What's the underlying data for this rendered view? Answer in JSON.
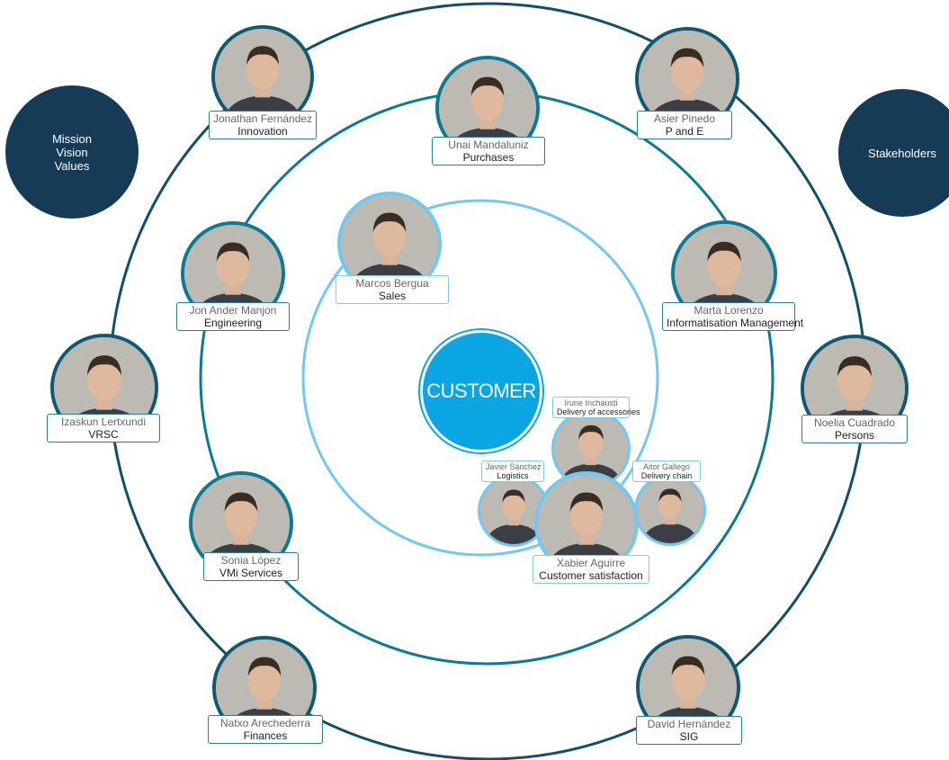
{
  "center": {
    "text": "CUSTOMER"
  },
  "side_left": {
    "lines": [
      "Mission",
      "Vision",
      "Values"
    ]
  },
  "side_right": {
    "lines": [
      "Stakeholders"
    ]
  },
  "colors": {
    "ring_outer": "#0f4f6b",
    "ring_mid": "#0d7a93",
    "ring_inner": "#74c8f0",
    "center": "#0aa5e3",
    "side": "#163b57"
  },
  "people": [
    {
      "id": "jonathan",
      "name": "Jonathan Fernández",
      "role": "Innovation"
    },
    {
      "id": "unai",
      "name": "Unai Mandaluniz",
      "role": "Purchases"
    },
    {
      "id": "asier",
      "name": "Asier Pinedo",
      "role": "P and E"
    },
    {
      "id": "marcos",
      "name": "Marcos Bergua",
      "role": "Sales"
    },
    {
      "id": "jonander",
      "name": "Jon Ander Manjon",
      "role": "Engineering"
    },
    {
      "id": "marta",
      "name": "Marta Lorenzo",
      "role": "Informatisation Management"
    },
    {
      "id": "izaskun",
      "name": "Izaskun Lertxundi",
      "role": "VRSC"
    },
    {
      "id": "noelia",
      "name": "Noelia Cuadrado",
      "role": "Persons"
    },
    {
      "id": "irune",
      "name": "Irune Inchausti",
      "role": "Delivery of accessories"
    },
    {
      "id": "javier",
      "name": "Javier Sánchez",
      "role": "Logistics"
    },
    {
      "id": "aitor",
      "name": "Aitor Gallego",
      "role": "Delivery chain"
    },
    {
      "id": "xabier",
      "name": "Xabier Aguirre",
      "role": "Customer satisfaction"
    },
    {
      "id": "sonia",
      "name": "Sonia López",
      "role": "VMi Services"
    },
    {
      "id": "natxo",
      "name": "Natxo Arechederra",
      "role": "Finances"
    },
    {
      "id": "david",
      "name": "David Hernández",
      "role": "SIG"
    }
  ]
}
